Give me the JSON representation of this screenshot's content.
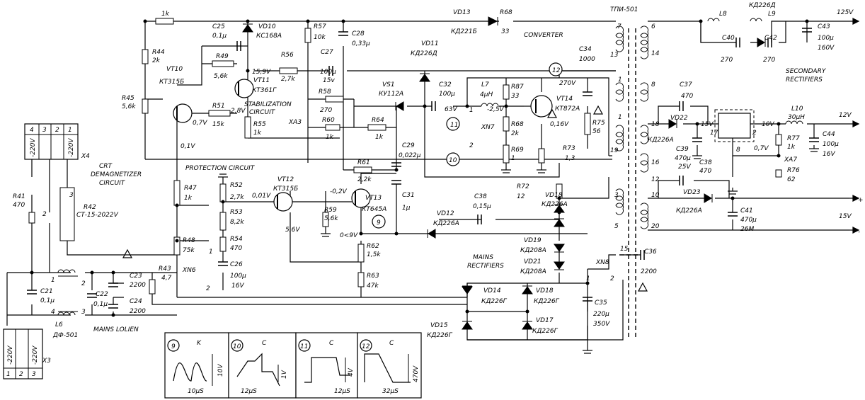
{
  "converter": "CONVERTER",
  "stabilization": [
    "STABILIZATION",
    "CIRCUIT"
  ],
  "protection": "PROTECTION CIRCUIT",
  "mains_rectifiers": [
    "MAINS",
    "RECTIFIERS"
  ],
  "mains_filter": "MAINS LOLIEN",
  "secondary": [
    "SECONDARY",
    "RECTIFIERS"
  ],
  "demag": [
    "CRT",
    "DEMAGNETIZER",
    "CIRCUIT"
  ],
  "transformer": "ТПИ-501",
  "outputs": {
    "v125": "125V",
    "v12": "12V",
    "v15": "15V",
    "plus": "+",
    "minus": "-"
  },
  "connectors": {
    "x4": "X4",
    "x3": "X3",
    "xn6": "XN6",
    "xn7": "XN7",
    "xn8": "XN8",
    "xa3": "XA3",
    "xa7": "XA7",
    "x4_pins": [
      "4",
      "3",
      "2",
      "1"
    ],
    "x4_volts": [
      "-220V",
      "-220V"
    ],
    "x3_pins": [
      "1",
      "2",
      "3"
    ],
    "x3_volts": [
      "-220V",
      "-220V"
    ]
  },
  "components": {
    "r_1k_top": "1k",
    "r44": [
      "R44",
      "2k"
    ],
    "r45": [
      "R45",
      "5,6k"
    ],
    "r49": [
      "R49",
      "5,6k"
    ],
    "r51": [
      "R51",
      "15k"
    ],
    "r55": [
      "R55",
      "1k"
    ],
    "r56": [
      "R56",
      "2,7k"
    ],
    "r57": [
      "R57",
      "10k"
    ],
    "r58": [
      "R58",
      "270"
    ],
    "r60": [
      "R60",
      "1k"
    ],
    "r61": [
      "R61",
      "2,2k"
    ],
    "r64": [
      "R64",
      "1k"
    ],
    "r68_top": [
      "R68",
      "33"
    ],
    "r87": [
      "R87",
      "33"
    ],
    "r68": [
      "R68",
      "2k"
    ],
    "r69": [
      "R69",
      "1"
    ],
    "r73": [
      "R73",
      "1,3"
    ],
    "r75": [
      "R75",
      "56"
    ],
    "r72": [
      "R72",
      "12"
    ],
    "r47": [
      "R47",
      "1k"
    ],
    "r48": [
      "R48",
      "75k"
    ],
    "r52": [
      "R52",
      "2,7k"
    ],
    "r53": [
      "R53",
      "8,2k"
    ],
    "r54": [
      "R54",
      "470"
    ],
    "r59": [
      "R59",
      "5,6k"
    ],
    "r62": [
      "R62",
      "1,5k"
    ],
    "r63": [
      "R63",
      "47k"
    ],
    "r43": [
      "R43",
      "4,7"
    ],
    "r41": [
      "R41",
      "470"
    ],
    "r42": [
      "R42",
      "СТ-15-2022V"
    ],
    "r77": [
      "R77",
      "1k"
    ],
    "r76": [
      "R76",
      "62"
    ],
    "c25": [
      "C25",
      "0,1µ"
    ],
    "c28": [
      "C28",
      "0,33µ"
    ],
    "c27": [
      "C27",
      "100µ",
      "15v"
    ],
    "c32": [
      "C32",
      "100µ",
      "63V"
    ],
    "c34": [
      "C34",
      "1000"
    ],
    "c29": [
      "C29",
      "0,022µ"
    ],
    "c31": [
      "C31",
      "1µ"
    ],
    "c38a": [
      "C38",
      "0,15µ"
    ],
    "c26": [
      "C26",
      "100µ",
      "16V"
    ],
    "c23": [
      "C23",
      "2200"
    ],
    "c24": [
      "C24",
      "2200"
    ],
    "c21": [
      "C21",
      "0,1µ"
    ],
    "c22": [
      "C22",
      "0,1µ"
    ],
    "c36": [
      "C36",
      "2200"
    ],
    "c35": [
      "C35",
      "220µ",
      "350V"
    ],
    "c40": [
      "C40",
      "270"
    ],
    "c42": [
      "C42",
      "270"
    ],
    "c43": [
      "C43",
      "100µ",
      "160V"
    ],
    "c37": [
      "C37",
      "470"
    ],
    "c39": [
      "C39",
      "470µ",
      "25V"
    ],
    "c38b": [
      "C38",
      "470"
    ],
    "c41": [
      "C41",
      "470µ",
      "26M"
    ],
    "c44": [
      "C44",
      "100µ",
      "16V"
    ],
    "vd10": [
      "VD10",
      "КС168А"
    ],
    "vd13": [
      "VD13",
      "КД221Б"
    ],
    "vd11": [
      "VD11",
      "КД226Д"
    ],
    "vs1": [
      "VS1",
      "КУ112А"
    ],
    "vd12": [
      "VD12",
      "КД226А"
    ],
    "vd18a": [
      "VD18",
      "КД226А"
    ],
    "vd19": [
      "VD19",
      "КД208А"
    ],
    "vd21": [
      "VD21",
      "КД208А"
    ],
    "vd14": [
      "VD14",
      "КД226Г"
    ],
    "vd18b": [
      "VD18",
      "КД226Г"
    ],
    "vd15": [
      "VD15",
      "КД226Г"
    ],
    "vd17": [
      "VD17",
      "КД226Г"
    ],
    "vd_top": "КД226Д",
    "vd22": [
      "VD22",
      "КД226А"
    ],
    "vd23": [
      "VD23",
      "КД226А"
    ],
    "vt10": [
      "VT10",
      "КТ315Б"
    ],
    "vt11": [
      "VT11",
      "КТ361Г"
    ],
    "vt12": [
      "VT12",
      "КТ315Б"
    ],
    "vt13": [
      "VT13",
      "КТ645А"
    ],
    "vt14": [
      "VT14",
      "КТ872А"
    ],
    "l6": [
      "L6",
      "ДФ-501"
    ],
    "l7": [
      "L7",
      "4µH"
    ],
    "l8": "L8",
    "l9": "L9",
    "l10": [
      "L10",
      "30µH"
    ]
  },
  "voltages": {
    "v15_9": "15,9V",
    "v2_8": "2,8V",
    "v0_7": "0,7V",
    "v0_1": "0,1V",
    "v0_01": "0,01V",
    "vm0_2": "-0,2V",
    "v5_6": "5,6V",
    "v0_9": "0<9V",
    "vm2_5": "-2,5V",
    "v0_16": "0,16V",
    "v270": "270V",
    "v15v": "15V",
    "v10v": "10V",
    "v0_7b": "0,7V"
  },
  "pins": {
    "t_left": [
      "7",
      "13",
      "1",
      "1",
      "19",
      "3",
      "5",
      "15"
    ],
    "t_right": [
      "6",
      "14",
      "8",
      "18",
      "16",
      "12",
      "10",
      "20"
    ],
    "ic": [
      "17",
      "2",
      "8"
    ],
    "xn6": [
      "1",
      "2"
    ],
    "xn7": [
      "1",
      "2"
    ],
    "xn8": [
      "1",
      "2"
    ],
    "r42": [
      "3",
      "2"
    ],
    "mains": [
      "2",
      "4",
      "3",
      "1"
    ]
  },
  "nodes": [
    "12",
    "11",
    "10",
    "9"
  ],
  "waveforms": [
    {
      "node": "9",
      "pol": "K",
      "amp": "10V",
      "time": "10µS"
    },
    {
      "node": "10",
      "pol": "C",
      "amp": "1V",
      "time": "12µS"
    },
    {
      "node": "11",
      "pol": "C",
      "amp": "4V",
      "time": "12µS"
    },
    {
      "node": "12",
      "pol": "C",
      "amp": "470V",
      "time": "32µS"
    }
  ]
}
